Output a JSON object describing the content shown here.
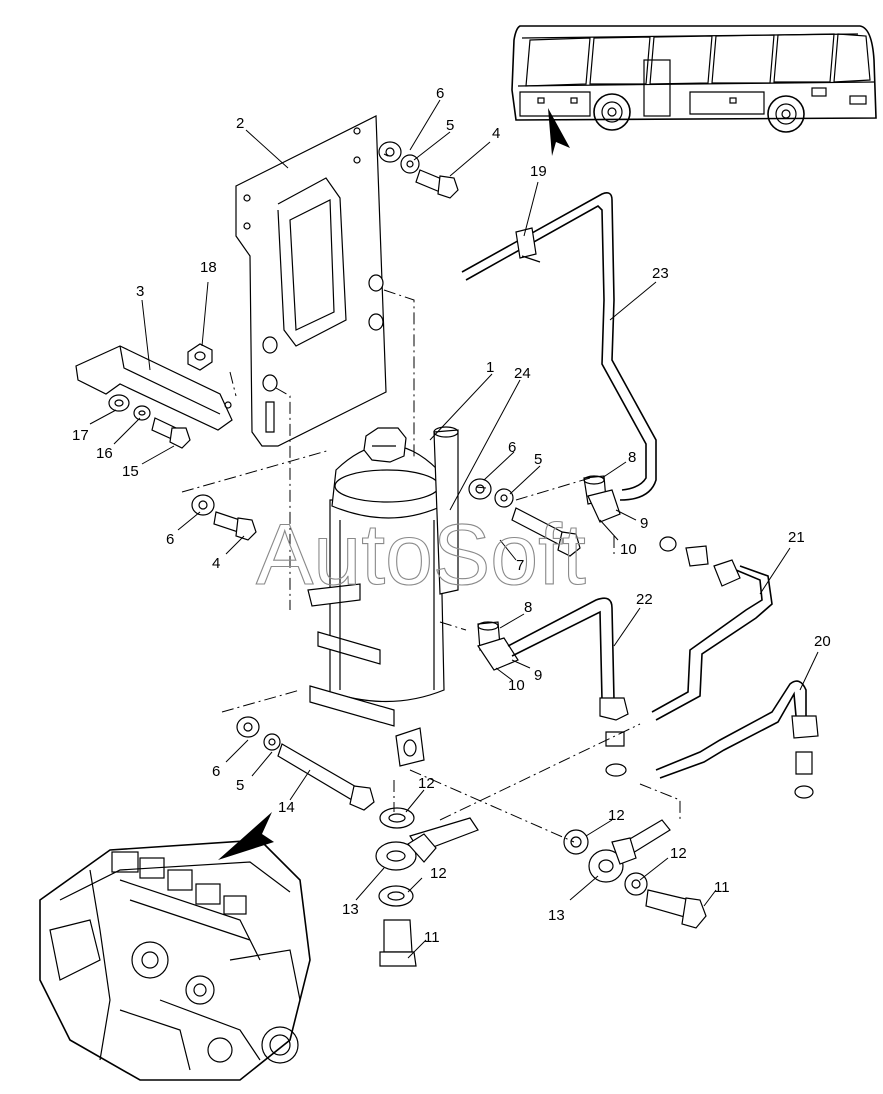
{
  "watermark": "AutoSoft",
  "callouts": {
    "c1": "1",
    "c2": "2",
    "c3": "3",
    "c4a": "4",
    "c4b": "4",
    "c5a": "5",
    "c5b": "5",
    "c5c": "5",
    "c6a": "6",
    "c6b": "6",
    "c6c": "6",
    "c6d": "6",
    "c7": "7",
    "c8a": "8",
    "c8b": "8",
    "c9a": "9",
    "c9b": "9",
    "c10a": "10",
    "c10b": "10",
    "c11a": "11",
    "c11b": "11",
    "c12a": "12",
    "c12b": "12",
    "c12c": "12",
    "c12d": "12",
    "c13a": "13",
    "c13b": "13",
    "c14": "14",
    "c15": "15",
    "c16": "16",
    "c17": "17",
    "c18": "18",
    "c19": "19",
    "c20": "20",
    "c21": "21",
    "c22": "22",
    "c23": "23",
    "c24": "24"
  }
}
